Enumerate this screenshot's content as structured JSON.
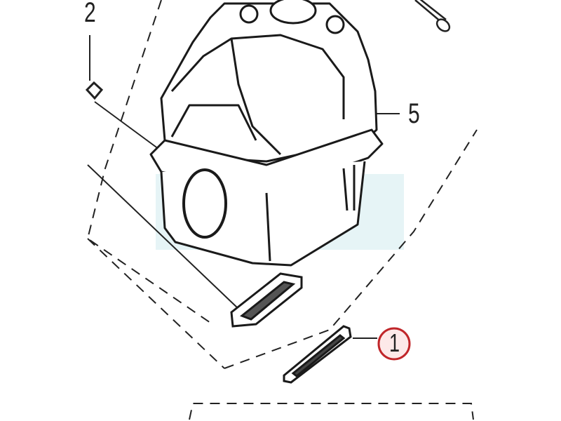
{
  "diagram": {
    "callouts": [
      {
        "id": "part-2",
        "label": "2"
      },
      {
        "id": "part-5",
        "label": "5"
      },
      {
        "id": "part-1",
        "label": "1",
        "highlighted": true
      }
    ],
    "colors": {
      "line": "#1a1a1a",
      "highlight_circle": "#c0262a",
      "highlight_fill": "#fde9e9",
      "watermark": "#e6f4f6"
    }
  }
}
